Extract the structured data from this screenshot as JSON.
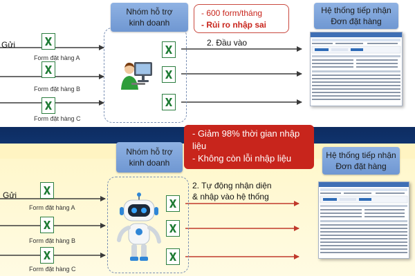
{
  "top": {
    "sender_label": "Gửi",
    "team_box": [
      "Nhóm hỗ trợ",
      "kinh doanh"
    ],
    "callout_lines": [
      "- 600 form/tháng",
      "- Rủi ro nhập sai"
    ],
    "step_label": "2. Đầu vào",
    "system_box": [
      "Hệ thống tiếp nhận",
      "Đơn đặt hàng"
    ],
    "forms": [
      "Form đặt hàng A",
      "Form đặt hàng B",
      "Form đặt hàng C"
    ]
  },
  "bottom": {
    "sender_label": "Gửi",
    "team_box": [
      "Nhóm hỗ trợ",
      "kinh doanh"
    ],
    "callout_lines": [
      "- Giảm 98% thời gian nhập",
      "liệu",
      "- Không còn lỗi nhập liệu"
    ],
    "step_lines": [
      "2. Tự động nhận diện",
      "& nhập vào hệ thống"
    ],
    "system_box": [
      "Hệ thống tiếp nhận",
      "Đơn đặt hàng"
    ],
    "forms": [
      "Form đặt hàng A",
      "Form đặt hàng  B",
      "Form đặt hàng C"
    ]
  },
  "colors": {
    "arrow_top": "#3a3a3a",
    "arrow_bottom": "#c0392b",
    "excel_green": "#1e7b34",
    "callout_red": "#c8251c",
    "box_blue": "#7ea5dc",
    "divider_navy": "#0d2c61"
  },
  "icons": {
    "form_icon": "excel-icon",
    "top_actor": "person-at-computer-icon",
    "bottom_actor": "robot-icon",
    "system": "app-window-screenshot"
  }
}
